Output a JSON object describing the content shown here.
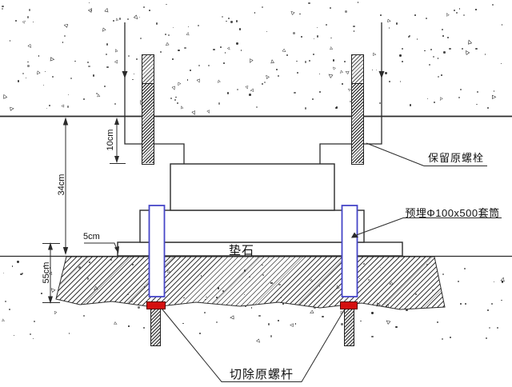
{
  "drawing": {
    "annotations": {
      "keep_original_bolt": "保留原螺栓",
      "embedded_sleeve": "预埋Φ100x500套筒",
      "pad_stone": "垫石",
      "cut_original_rod": "切除原螺杆"
    },
    "dimensions": {
      "depth_34": "34cm",
      "gap_10": "10cm",
      "depth_55": "55cm",
      "pad_5": "5cm"
    },
    "symbols": {
      "aggregate_glyph": "▵"
    },
    "colors": {
      "line": "#2b2b2b",
      "sleeve_blue": "#4646c8",
      "cut_red": "#d40f0f"
    }
  }
}
